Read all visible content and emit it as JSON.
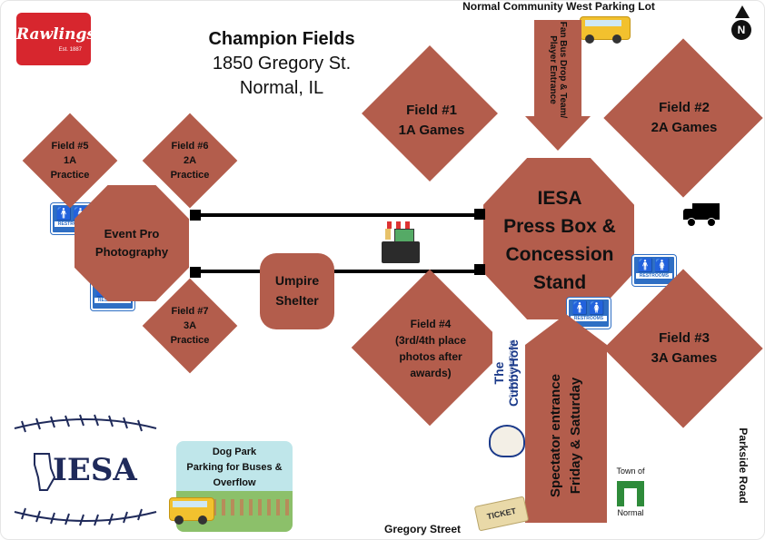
{
  "title": {
    "name": "Champion Fields",
    "address": "1850 Gregory St.",
    "city": "Normal, IL"
  },
  "logos": {
    "rawlings": "Rawlings",
    "rawlings_est": "Est. 1887",
    "iesa": "IESA",
    "town_line1": "Town of",
    "town_line2": "Normal",
    "cubby_hole": "The CubbyHole",
    "cubby_sub": "Custom Screen Printing",
    "ticket": "TICKET"
  },
  "streets": {
    "top": "Normal Community West Parking Lot",
    "bottom": "Gregory Street",
    "right": "Parkside Road"
  },
  "compass": "N",
  "fields": {
    "f1": "Field #1\n1A Games",
    "f2": "Field #2\n2A Games",
    "f3": "Field #3\n3A Games",
    "f4": "Field #4\n(3rd/4th place\nphotos after\nawards)",
    "f5": "Field #5\n1A\nPractice",
    "f6": "Field #6\n2A\nPractice",
    "f7": "Field #7\n3A\nPractice"
  },
  "buildings": {
    "press_box": "IESA\nPress Box &\nConcession\nStand",
    "event_pro": "Event Pro\nPhotography",
    "umpire": "Umpire\nShelter"
  },
  "entrances": {
    "fan_bus": "Fan Bus Drop & Team/\nPlayer Entrance",
    "spectator": "Spectator entrance\nFriday & Saturday"
  },
  "dog_park": "Dog Park\nParking for Buses &\nOverflow",
  "restrooms_label": "RESTROOMS",
  "colors": {
    "field": "#b35d4c",
    "restroom": "#2f6fc4",
    "rawlings": "#d7262e",
    "iesa_navy": "#1f2a5a"
  }
}
